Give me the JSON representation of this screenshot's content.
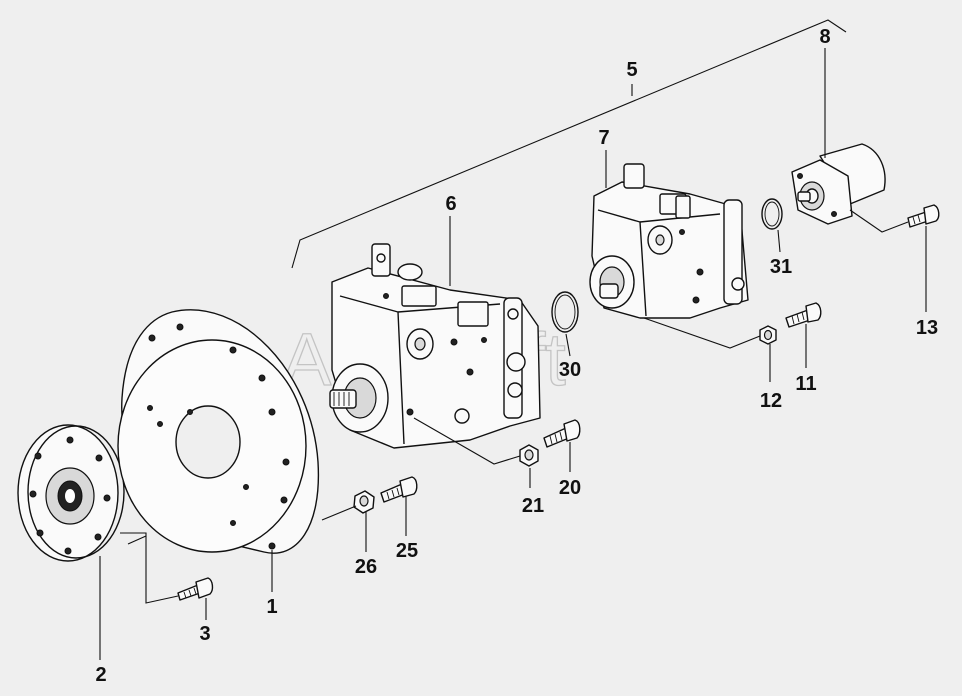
{
  "watermark": "AutoSoft",
  "callouts": {
    "c1": "1",
    "c2": "2",
    "c3": "3",
    "c5": "5",
    "c6": "6",
    "c7": "7",
    "c8": "8",
    "c11": "11",
    "c12": "12",
    "c13": "13",
    "c20": "20",
    "c21": "21",
    "c25": "25",
    "c26": "26",
    "c30": "30",
    "c31": "31"
  }
}
